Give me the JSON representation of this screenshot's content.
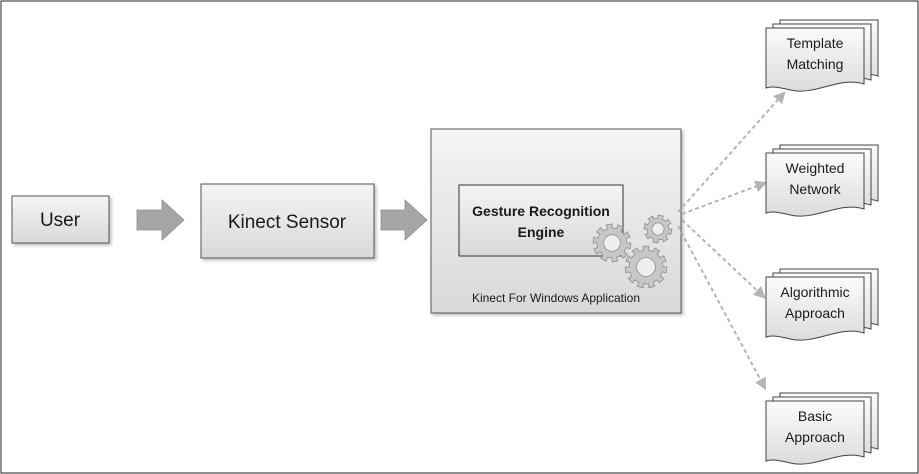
{
  "diagram": {
    "user_label": "User",
    "sensor_label": "Kinect Sensor",
    "app_label": "Kinect For Windows Application",
    "engine_label": [
      "Gesture Recognition",
      "Engine"
    ],
    "approaches": [
      {
        "lines": [
          "Template",
          "Matching"
        ]
      },
      {
        "lines": [
          "Weighted",
          "Network"
        ]
      },
      {
        "lines": [
          "Algorithmic",
          "Approach"
        ]
      },
      {
        "lines": [
          "Basic",
          "Approach"
        ]
      }
    ],
    "gear_icon": "gear-icon",
    "colors": {
      "box_fill": "#ececec",
      "box_stroke": "#555555",
      "arrow_fill": "#a6a6a6",
      "dashed_arrow": "#b5b5b5",
      "gear": "#c7c7c7"
    }
  }
}
